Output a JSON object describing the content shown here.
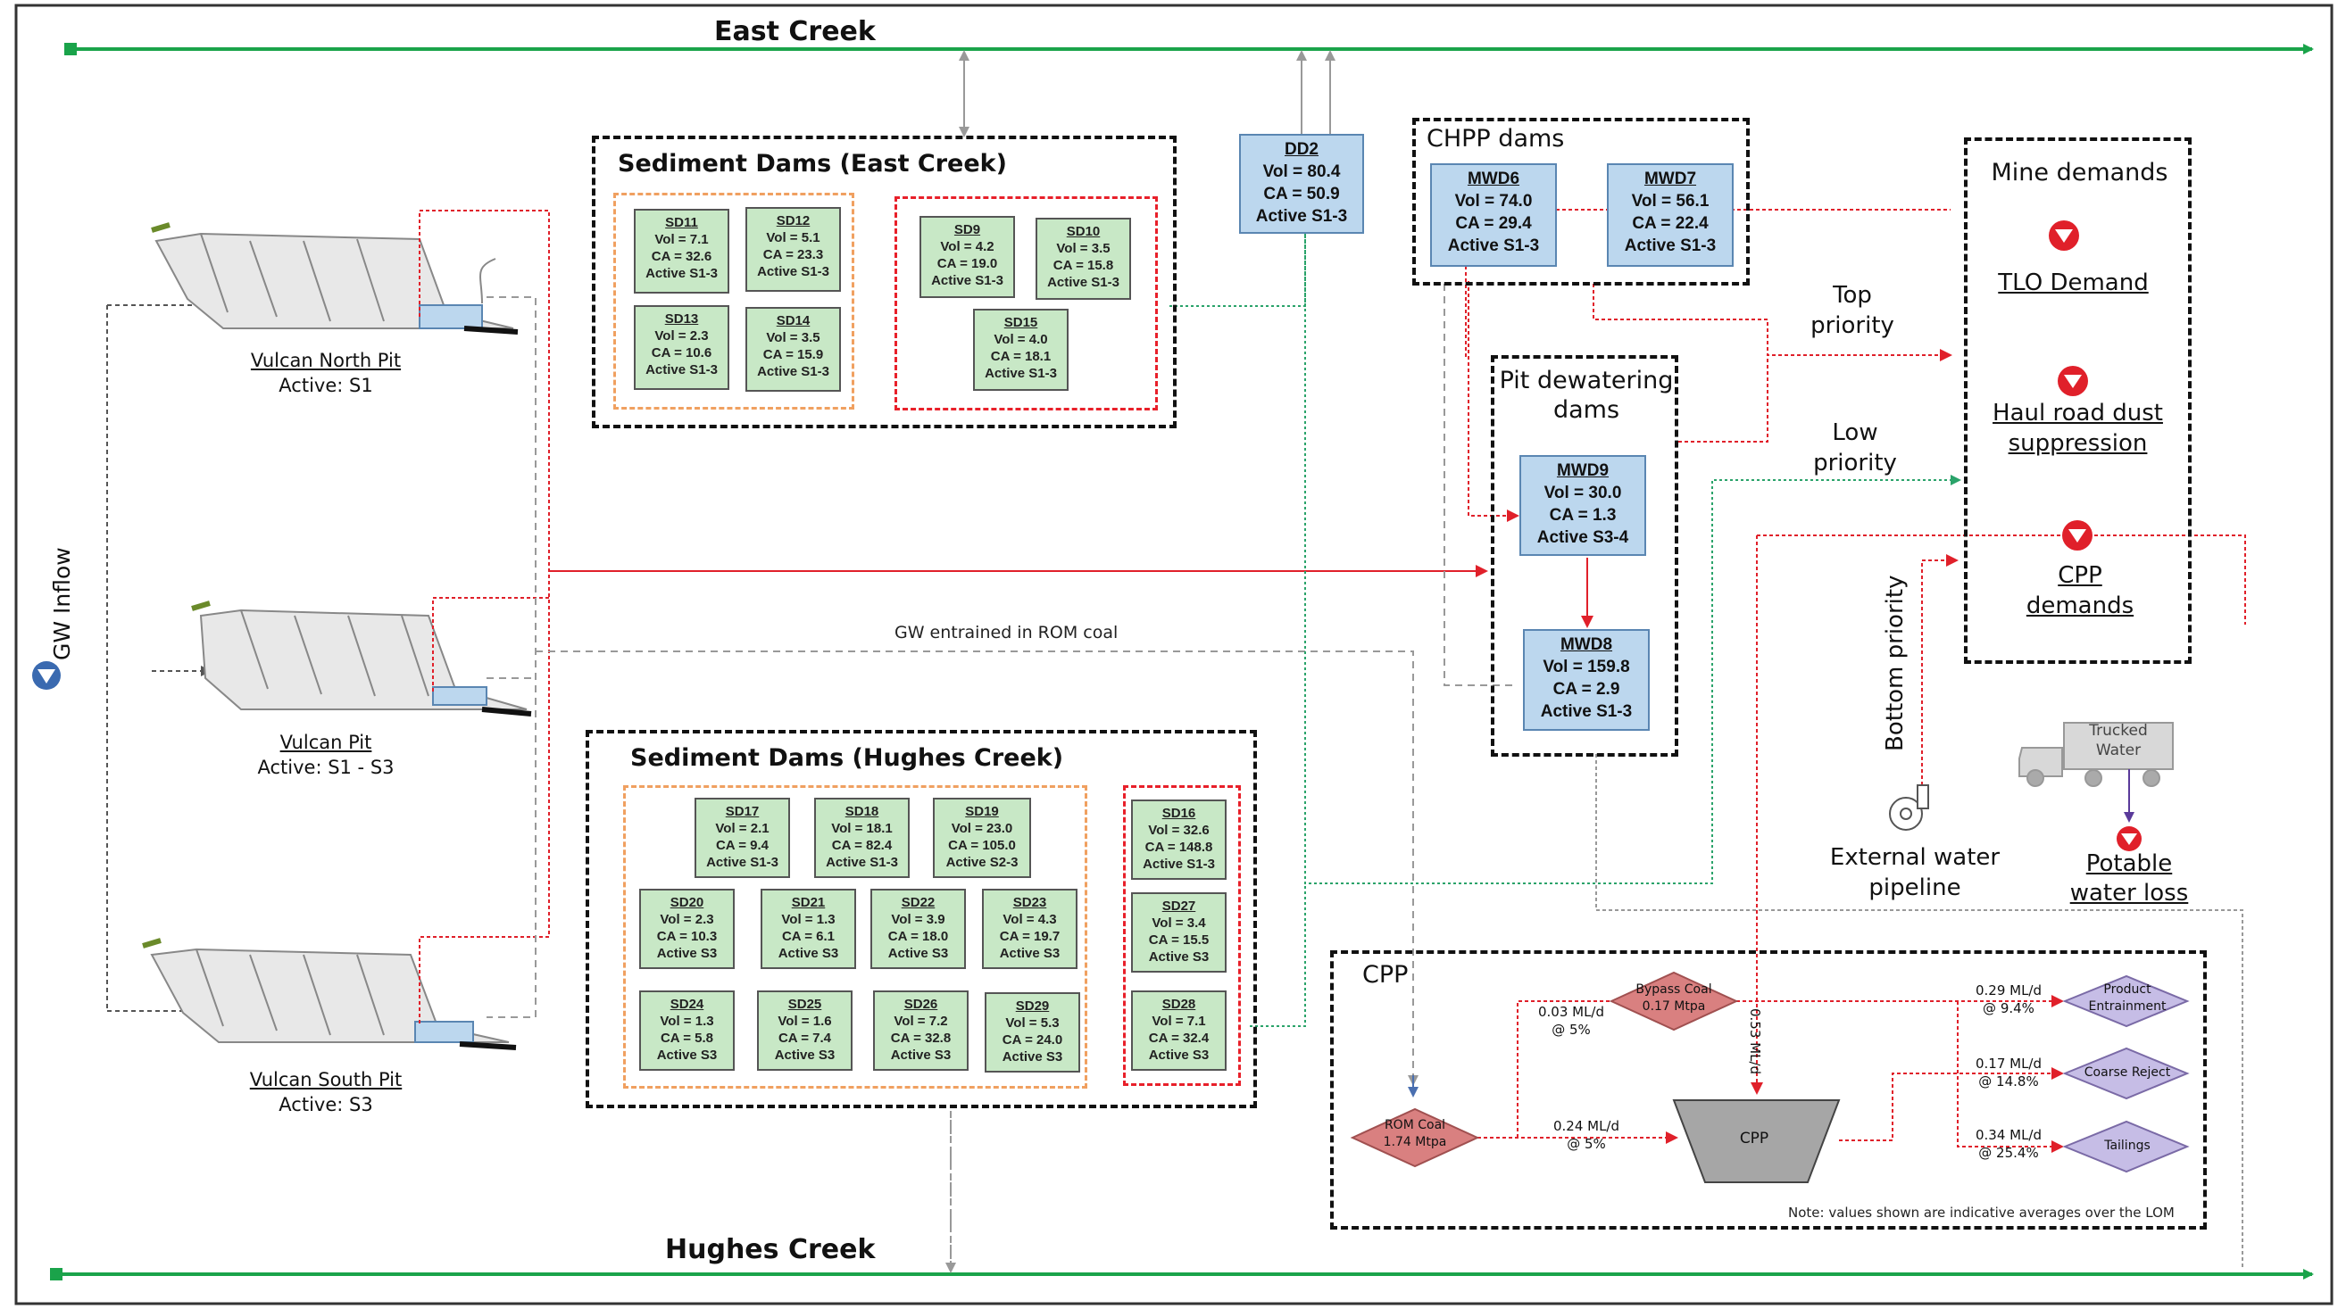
{
  "creeks": {
    "east": "East Creek",
    "hughes": "Hughes Creek"
  },
  "gw_inflow": "GW Inflow",
  "pits": [
    {
      "name": "Vulcan North Pit",
      "active": "Active: S1"
    },
    {
      "name": "Vulcan Pit",
      "active": "Active: S1 - S3"
    },
    {
      "name": "Vulcan South Pit",
      "active": "Active: S3"
    }
  ],
  "sed_east": {
    "title": "Sediment Dams (East Creek)",
    "orange": [
      {
        "name": "SD11",
        "vol": "Vol = 7.1",
        "ca": "CA = 32.6",
        "active": "Active S1-3"
      },
      {
        "name": "SD12",
        "vol": "Vol = 5.1",
        "ca": "CA = 23.3",
        "active": "Active S1-3"
      },
      {
        "name": "SD13",
        "vol": "Vol = 2.3",
        "ca": "CA = 10.6",
        "active": "Active S1-3"
      },
      {
        "name": "SD14",
        "vol": "Vol = 3.5",
        "ca": "CA = 15.9",
        "active": "Active S1-3"
      }
    ],
    "red": [
      {
        "name": "SD9",
        "vol": "Vol = 4.2",
        "ca": "CA = 19.0",
        "active": "Active S1-3"
      },
      {
        "name": "SD10",
        "vol": "Vol = 3.5",
        "ca": "CA = 15.8",
        "active": "Active S1-3"
      },
      {
        "name": "SD15",
        "vol": "Vol = 4.0",
        "ca": "CA = 18.1",
        "active": "Active S1-3"
      }
    ]
  },
  "dd2": {
    "name": "DD2",
    "vol": "Vol = 80.4",
    "ca": "CA = 50.9",
    "active": "Active S1-3"
  },
  "chpp": {
    "title": "CHPP dams",
    "dams": [
      {
        "name": "MWD6",
        "vol": "Vol = 74.0",
        "ca": "CA = 29.4",
        "active": "Active S1-3"
      },
      {
        "name": "MWD7",
        "vol": "Vol = 56.1",
        "ca": "CA = 22.4",
        "active": "Active S1-3"
      }
    ]
  },
  "pit_dewatering": {
    "title_line1": "Pit dewatering",
    "title_line2": "dams",
    "dams": [
      {
        "name": "MWD9",
        "vol": "Vol = 30.0",
        "ca": "CA = 1.3",
        "active": "Active S3-4"
      },
      {
        "name": "MWD8",
        "vol": "Vol = 159.8",
        "ca": "CA = 2.9",
        "active": "Active S1-3"
      }
    ]
  },
  "priorities": {
    "top_line1": "Top",
    "top_line2": "priority",
    "low_line1": "Low",
    "low_line2": "priority",
    "bottom": "Bottom priority"
  },
  "mine_demands": {
    "title": "Mine demands",
    "tlo": "TLO Demand",
    "haul_line1": "Haul road dust",
    "haul_line2": "suppression",
    "cpp_line1": "CPP",
    "cpp_line2": "demands"
  },
  "trucked_water": {
    "line1": "Trucked",
    "line2": "Water"
  },
  "potable": {
    "line1": "Potable",
    "line2": "water loss"
  },
  "external_pipeline": {
    "line1": "External water",
    "line2": "pipeline"
  },
  "gw_entrained": "GW entrained in ROM coal",
  "sed_hughes": {
    "title": "Sediment Dams (Hughes Creek)",
    "orange": [
      {
        "name": "SD17",
        "vol": "Vol = 2.1",
        "ca": "CA = 9.4",
        "active": "Active S1-3"
      },
      {
        "name": "SD18",
        "vol": "Vol = 18.1",
        "ca": "CA = 82.4",
        "active": "Active S1-3"
      },
      {
        "name": "SD19",
        "vol": "Vol = 23.0",
        "ca": "CA = 105.0",
        "active": "Active S2-3"
      },
      {
        "name": "SD20",
        "vol": "Vol = 2.3",
        "ca": "CA = 10.3",
        "active": "Active S3"
      },
      {
        "name": "SD21",
        "vol": "Vol = 1.3",
        "ca": "CA = 6.1",
        "active": "Active S3"
      },
      {
        "name": "SD22",
        "vol": "Vol = 3.9",
        "ca": "CA = 18.0",
        "active": "Active S3"
      },
      {
        "name": "SD23",
        "vol": "Vol = 4.3",
        "ca": "CA = 19.7",
        "active": "Active S3"
      },
      {
        "name": "SD24",
        "vol": "Vol = 1.3",
        "ca": "CA = 5.8",
        "active": "Active S3"
      },
      {
        "name": "SD25",
        "vol": "Vol = 1.6",
        "ca": "CA = 7.4",
        "active": "Active S3"
      },
      {
        "name": "SD26",
        "vol": "Vol = 7.2",
        "ca": "CA = 32.8",
        "active": "Active S3"
      },
      {
        "name": "SD29",
        "vol": "Vol = 5.3",
        "ca": "CA = 24.0",
        "active": "Active S3"
      }
    ],
    "red": [
      {
        "name": "SD16",
        "vol": "Vol = 32.6",
        "ca": "CA = 148.8",
        "active": "Active S1-3"
      },
      {
        "name": "SD27",
        "vol": "Vol = 3.4",
        "ca": "CA = 15.5",
        "active": "Active S3"
      },
      {
        "name": "SD28",
        "vol": "Vol = 7.1",
        "ca": "CA = 32.4",
        "active": "Active S3"
      }
    ]
  },
  "cpp_box": {
    "title": "CPP",
    "rom_line1": "ROM Coal",
    "rom_line2": "1.74 Mtpa",
    "bypass_line1": "Bypass Coal",
    "bypass_line2": "0.17 Mtpa",
    "cpp": "CPP",
    "product_line1": "Product",
    "product_line2": "Entrainment",
    "coarse": "Coarse Reject",
    "tailings": "Tailings",
    "f1_line1": "0.03 ML/d",
    "f1_line2": "@ 5%",
    "f2_line1": "0.24 ML/d",
    "f2_line2": "@ 5%",
    "f3": "0.53 ML/d",
    "f4_line1": "0.29 ML/d",
    "f4_line2": "@ 9.4%",
    "f5_line1": "0.17 ML/d",
    "f5_line2": "@ 14.8%",
    "f6_line1": "0.34 ML/d",
    "f6_line2": "@ 25.4%",
    "note": "Note: values shown are indicative averages over the LOM"
  },
  "colors": {
    "creek": "#1aa34a",
    "red_flow": "#e0202a",
    "green_flow": "#2aa36a",
    "grey_flow": "#9a9a9a",
    "dam_green": "#c8e8c6",
    "dam_blue": "#bcd7ee",
    "orange_border": "#f0a060",
    "red_border": "#e8202a",
    "diamond_red": "#d98080",
    "diamond_purple": "#c6bde6"
  }
}
